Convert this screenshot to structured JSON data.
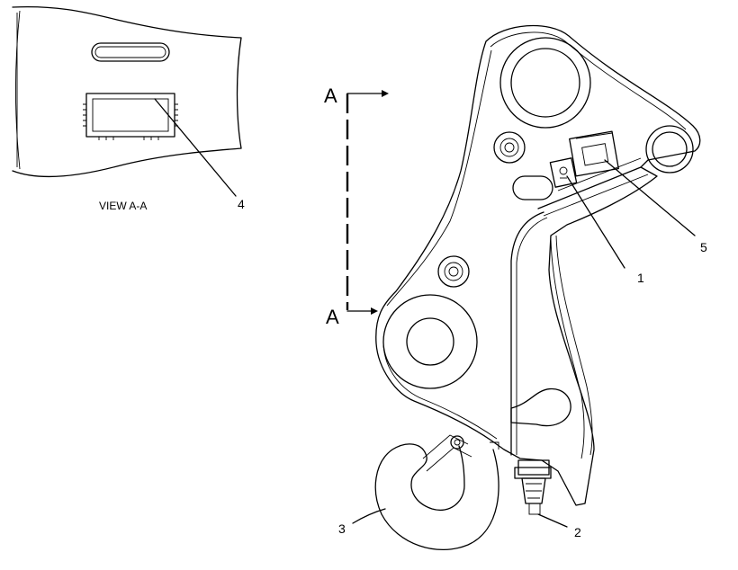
{
  "view_label": "VIEW  A-A",
  "section_marks": {
    "top": "A",
    "bottom": "A"
  },
  "callouts": {
    "c1": "1",
    "c2": "2",
    "c3": "3",
    "c4": "4",
    "c5": "5"
  }
}
